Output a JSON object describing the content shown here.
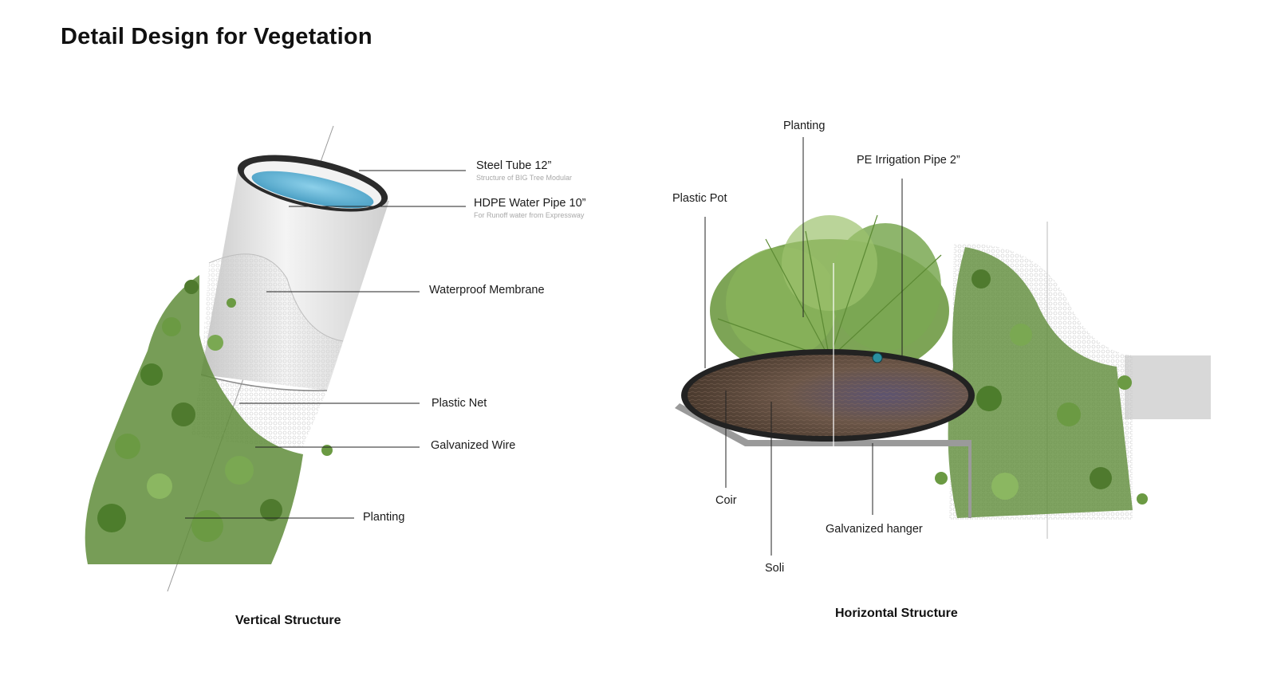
{
  "title": "Detail Design for Vegetation",
  "vertical": {
    "caption": "Vertical Structure",
    "labels": {
      "steel_tube": "Steel Tube 12”",
      "steel_tube_sub": "Structure of BIG Tree Modular",
      "hdpe_pipe": "HDPE Water Pipe 10”",
      "hdpe_pipe_sub": "For Runoff water from Expressway",
      "membrane": "Waterproof Membrane",
      "net": "Plastic Net",
      "wire": "Galvanized Wire",
      "planting": "Planting"
    }
  },
  "horizontal": {
    "caption": "Horizontal Structure",
    "labels": {
      "planting": "Planting",
      "irrigation": "PE Irrigation Pipe 2”",
      "pot": "Plastic Pot",
      "coir": "Coir",
      "soil": "Soli",
      "hanger": "Galvanized hanger"
    }
  },
  "colors": {
    "water": "#5fb3d6",
    "tube": "#e4e4e4",
    "soil": "#6b5648",
    "foliage": "#5f8c3a"
  }
}
